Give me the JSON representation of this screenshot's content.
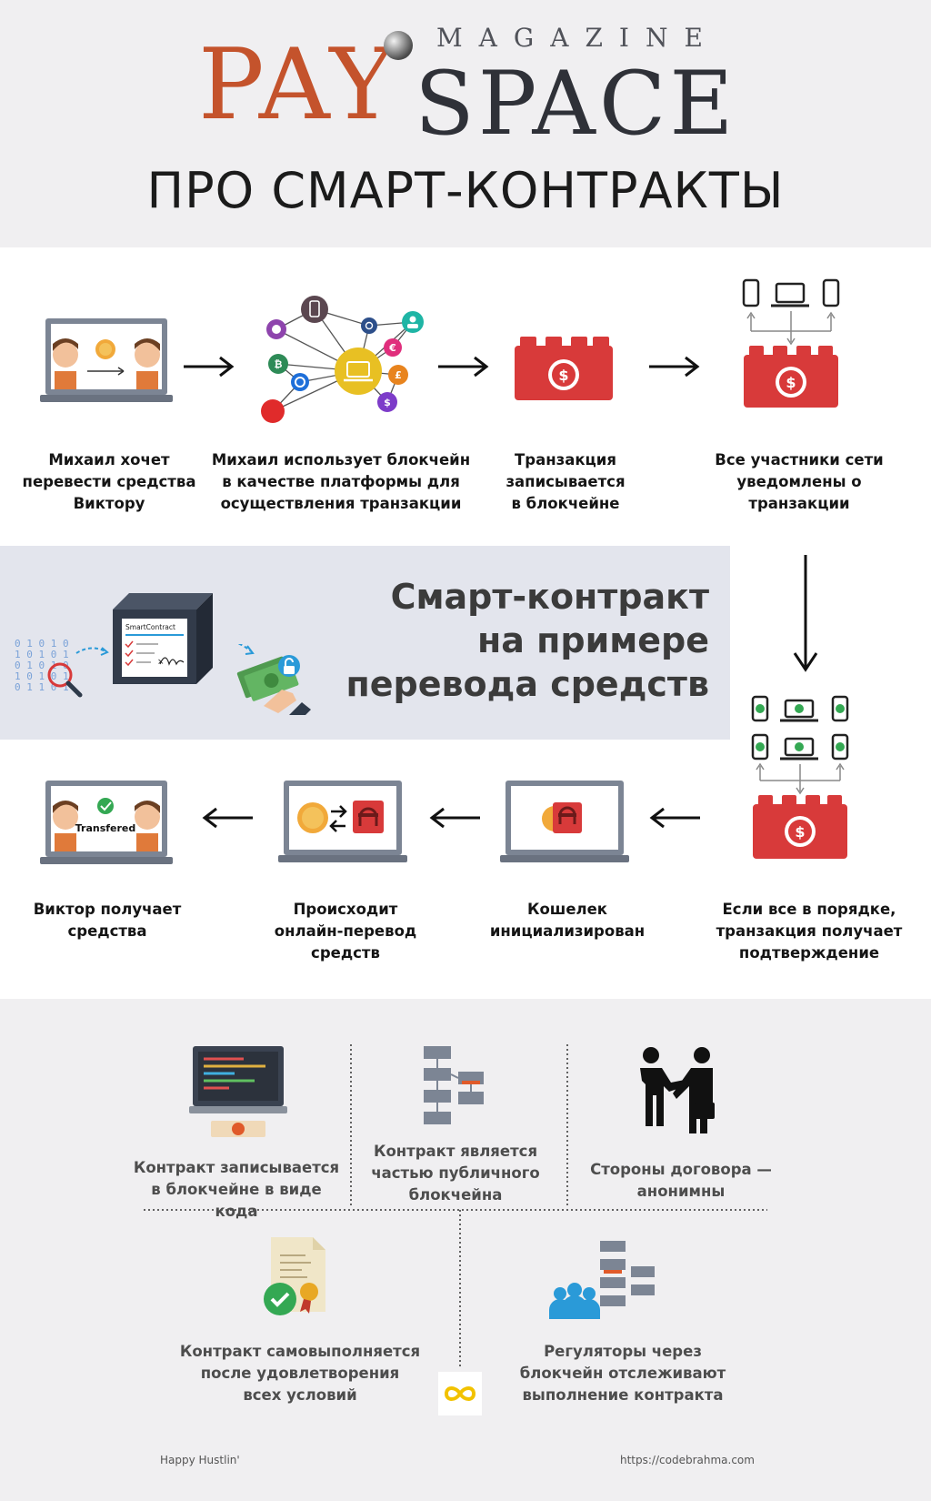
{
  "header": {
    "logo_pay": "PAY",
    "logo_space": "SPACE",
    "logo_magazine": "MAGAZINE",
    "title": "ПРО СМАРТ-КОНТРАКТЫ"
  },
  "flow_top": [
    {
      "line1": "Михаил хочет",
      "line2": "перевести средства",
      "line3": "Виктору"
    },
    {
      "line1": "Михаил использует блокчейн",
      "line2": "в качестве платформы для",
      "line3": "осуществления транзакции"
    },
    {
      "line1": "Транзакция",
      "line2": "записывается",
      "line3": "в блокчейне"
    },
    {
      "line1": "Все участники сети",
      "line2": "уведомлены о",
      "line3": "транзакции"
    }
  ],
  "middle": {
    "line1": "Смарт-контракт",
    "line2": "на примере",
    "line3": "перевода средств",
    "smartcontract_label": "SmartContract",
    "binary_rows": [
      "0 1 0 1 0",
      "1 0 1 0 1",
      "0 1 0 1 0",
      "1 0 1 0 1",
      "0 1 1 0 1"
    ]
  },
  "flow_bottom": [
    {
      "line1": "Виктор получает",
      "line2": "средства",
      "line3": ""
    },
    {
      "line1": "Происходит",
      "line2": "онлайн-перевод средств",
      "line3": ""
    },
    {
      "line1": "Кошелек",
      "line2": "инициализирован",
      "line3": ""
    },
    {
      "line1": "Если все в порядке,",
      "line2": "транзакция получает",
      "line3": "подтверждение"
    }
  ],
  "transfered_label": "Transfered",
  "features": [
    {
      "line1": "Контракт записывается",
      "line2": "в блокчейне в виде кода",
      "line3": ""
    },
    {
      "line1": "Контракт является",
      "line2": "частью публичного",
      "line3": "блокчейна"
    },
    {
      "line1": "Стороны договора —",
      "line2": "анонимны",
      "line3": ""
    },
    {
      "line1": "Контракт самовыполняется",
      "line2": "после удовлетворения",
      "line3": "всех условий"
    },
    {
      "line1": "Регуляторы через",
      "line2": "блокчейн отслеживают",
      "line3": "выполнение контракта"
    }
  ],
  "footer": {
    "left": "Happy Hustlin'",
    "right": "https://codebrahma.com"
  },
  "colors": {
    "orange": "#c4532c",
    "dark": "#2f3138",
    "red": "#d83a3a",
    "yellow": "#e8b825",
    "green": "#34a853",
    "laptop": "#7c8594",
    "blue": "#2a9ad8"
  }
}
